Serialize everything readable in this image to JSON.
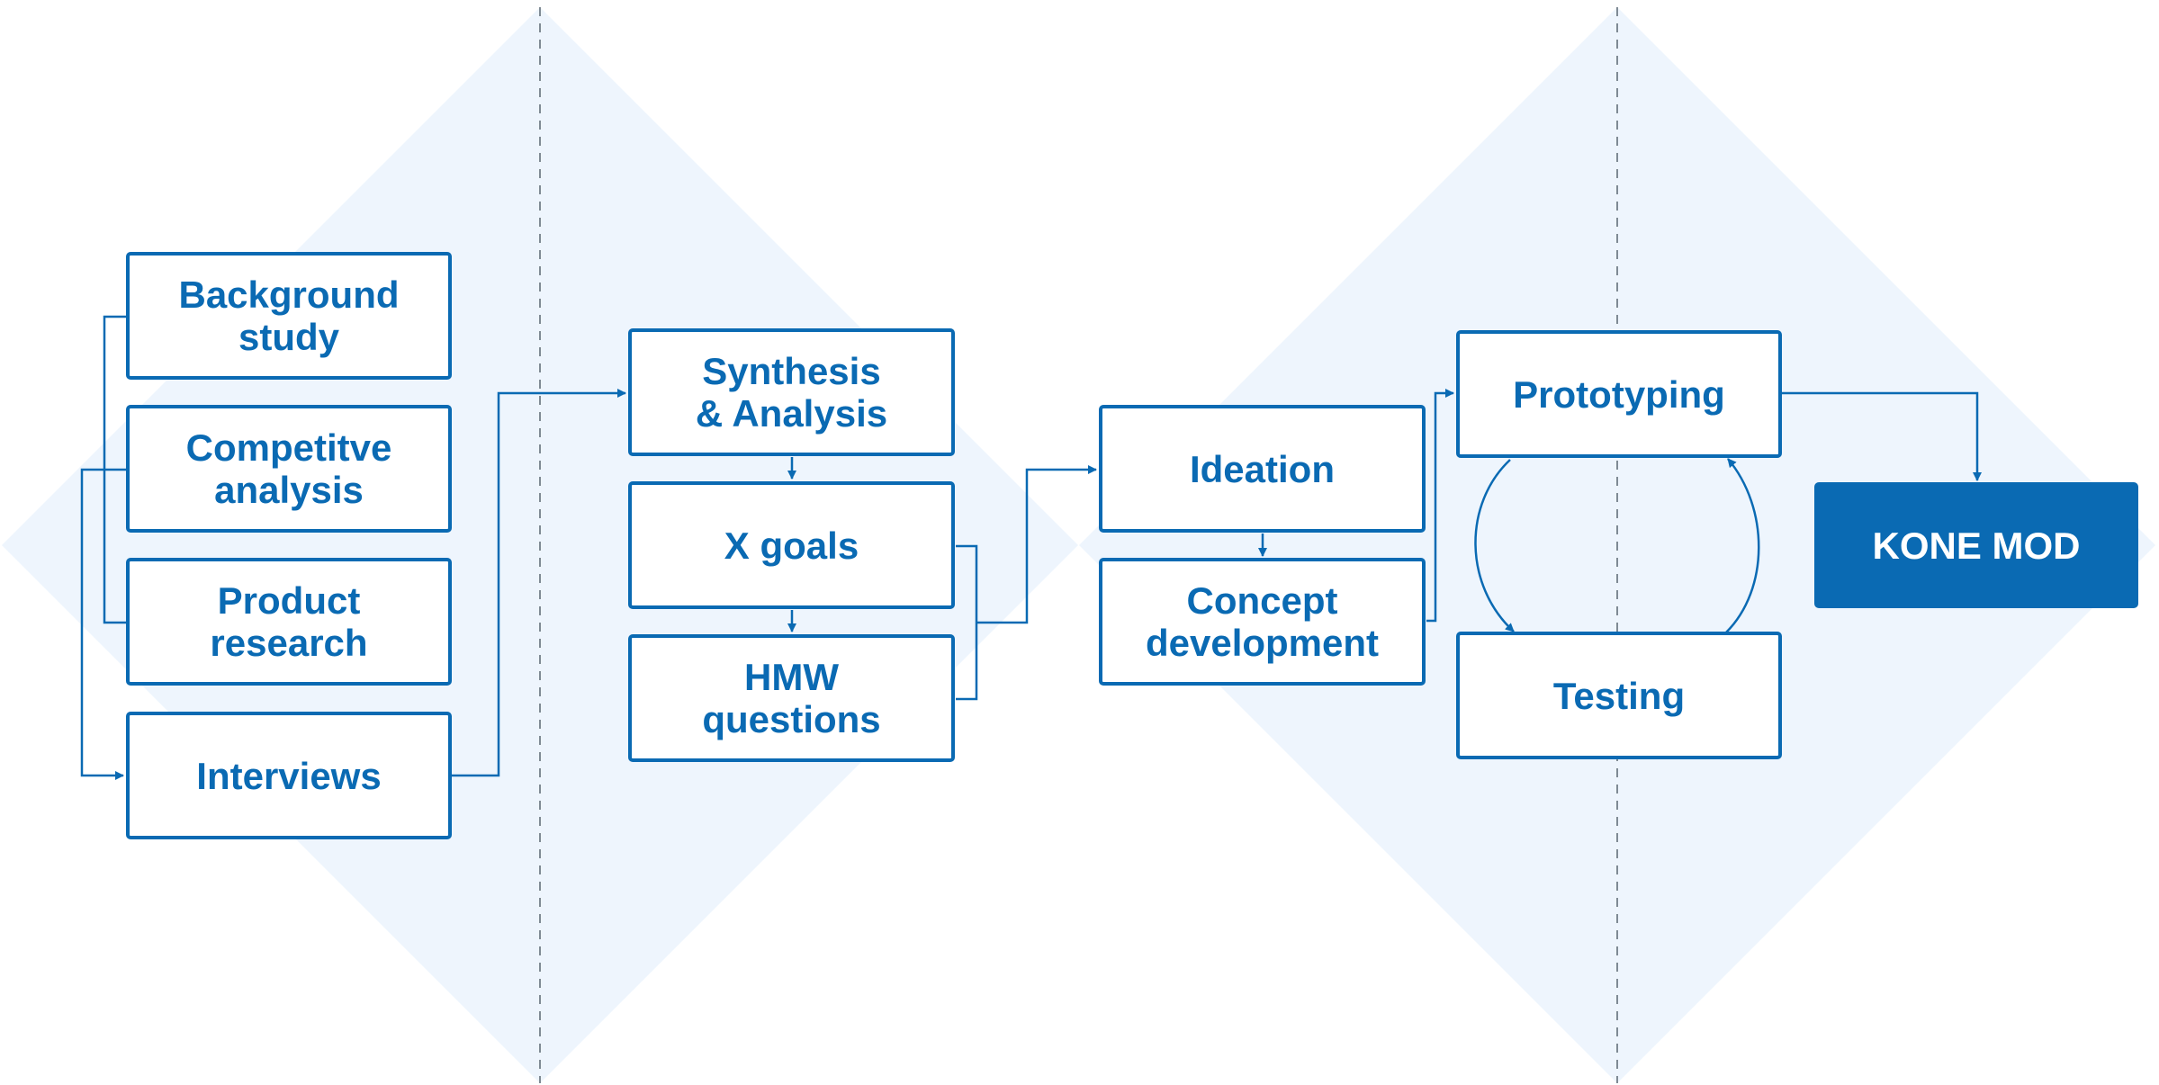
{
  "phases": [
    {
      "lines": [
        "Background",
        "study"
      ]
    },
    {
      "lines": [
        "Competitve",
        "analysis"
      ]
    },
    {
      "lines": [
        "Product",
        "research"
      ]
    },
    {
      "lines": [
        "Interviews"
      ]
    },
    {
      "lines": [
        "Synthesis",
        "& Analysis"
      ]
    },
    {
      "lines": [
        "X goals"
      ]
    },
    {
      "lines": [
        "HMW",
        "questions"
      ]
    },
    {
      "lines": [
        "Ideation"
      ]
    },
    {
      "lines": [
        "Concept",
        "development"
      ]
    },
    {
      "lines": [
        "Prototyping"
      ]
    },
    {
      "lines": [
        "Testing"
      ]
    },
    {
      "lines": [
        "KONE MOD"
      ]
    }
  ],
  "colors": {
    "accent": "#0a6ab3",
    "diamond_fill": "#eef5fd",
    "divider": "#7f8a94"
  }
}
